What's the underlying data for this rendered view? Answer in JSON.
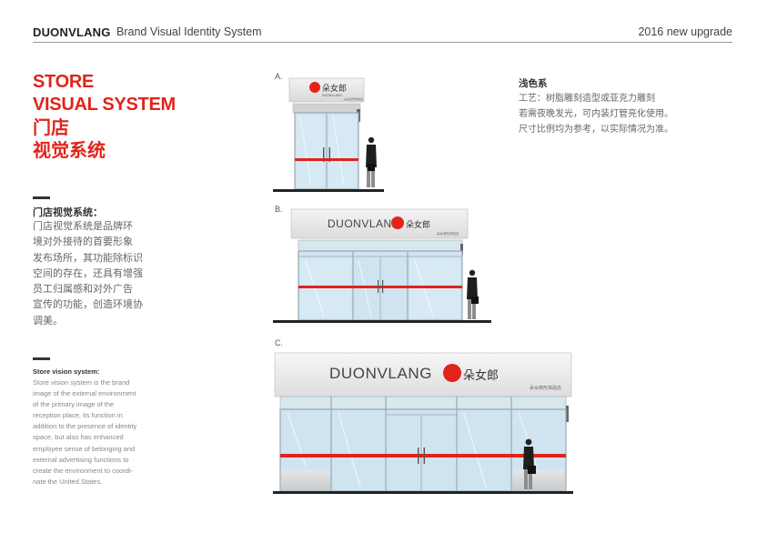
{
  "header": {
    "brand": "DUONVLANG",
    "subtitle": "Brand Visual Identity System",
    "edition": "2016 new upgrade"
  },
  "title": {
    "en_line1": "STORE",
    "en_line2": "VISUAL SYSTEM",
    "cn_line1": "门店",
    "cn_line2": "视觉系统"
  },
  "intro_cn": {
    "heading": "门店视觉系统：",
    "lines": [
      "门店视觉系统是品牌环",
      "境对外接待的首要形象",
      "发布场所，其功能除标识",
      "空间的存在，还具有增强",
      "员工归属感和对外广告",
      "宣传的功能，创造环境协",
      "调美。"
    ]
  },
  "intro_en": {
    "heading": "Store vision system:",
    "lines": [
      "Store vision system is the brand",
      "image of the external environment",
      "of the primary image of the",
      "reception place, its function in",
      "addition to the presence of identity",
      "space, but also has enhanced",
      "employee sense of belonging and",
      "external advertising functions to",
      "create the environment to coordi-",
      "nate the United States."
    ]
  },
  "notes": {
    "heading": "浅色系",
    "lines": [
      "工艺：树脂雕刻造型或亚克力雕刻",
      "若需夜晚发光，可内装灯管亮化使用。",
      "尺寸比例均为参考，以实际情况为准。"
    ]
  },
  "storefronts": {
    "a": {
      "label": "A.",
      "logo_cn": "朵女郎",
      "logo_en": "DUONVLANG",
      "sign_small": "朵女郎形体验店"
    },
    "b": {
      "label": "B.",
      "logo_en": "DUONVLANG",
      "logo_cn": "朵女郎",
      "sign_small": "朵女郎形体验店"
    },
    "c": {
      "label": "C.",
      "logo_en": "DUONVLANG",
      "logo_cn": "朵女郎",
      "sign_small": "朵女郎形体验店"
    }
  },
  "colors": {
    "brand_red": "#e2231a",
    "glass": "#cfe4f0",
    "frame": "#9aa8b2"
  }
}
